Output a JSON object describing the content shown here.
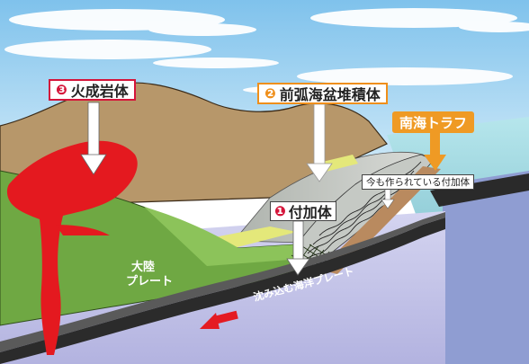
{
  "labels": {
    "magmatic_rock": {
      "number": "❸",
      "text": "火成岩体"
    },
    "forearc_basin": {
      "number": "❷",
      "text": "前弧海盆堆積体"
    },
    "accretionary_prism": {
      "number": "❶",
      "text": "付加体"
    },
    "nankai_trough": "南海トラフ",
    "forming_now": "今も作られている付加体",
    "continental_plate": [
      "大陸",
      "プレート"
    ],
    "subducting_plate": "沈み込む海洋プレート"
  },
  "colors": {
    "sky": "#9fd0ee",
    "mountain": "#b59565",
    "green_land": "#6ea840",
    "magma": "#e51b22",
    "sediment_gray": "#b9bcb8",
    "yellow_band": "#e6ea7c",
    "ocean_plate_front": "#c3c3e8",
    "ocean_plate_side": "#8e9bd0",
    "ocean_water": "#a7dce2",
    "trough_orange": "#ef9a24",
    "label_magma_border": "#d5153a",
    "label_forearc_border": "#ef8f1b",
    "arrow_red": "#e41b22"
  },
  "icons": {
    "subduction_arrow": "left-arrow-icon"
  }
}
